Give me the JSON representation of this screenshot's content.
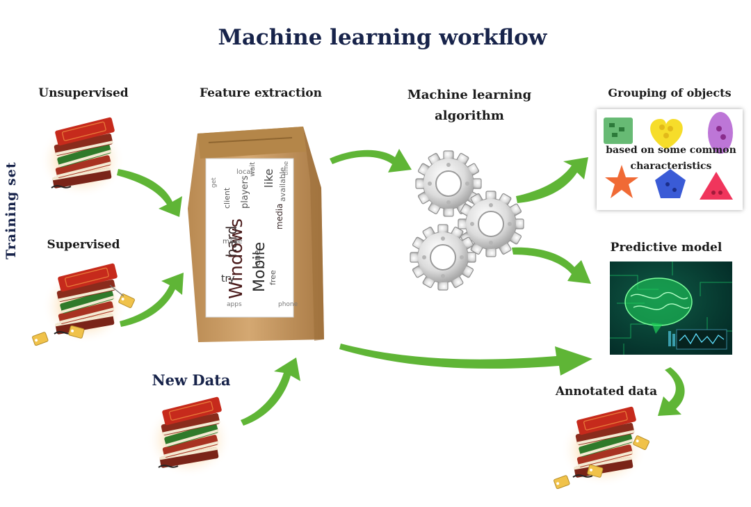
{
  "title": "Machine learning workflow",
  "labels": {
    "training_set": "Training set",
    "unsupervised": "Unsupervised",
    "supervised": "Supervised",
    "new_data": "New Data",
    "feature_extraction": "Feature extraction",
    "ml_algorithm_line1": "Machine learning",
    "ml_algorithm_line2": "algorithm",
    "grouping": "Grouping of objects",
    "grouping_caption_line1": "based on some common",
    "grouping_caption_line2": "characteristics",
    "predictive_model": "Predictive model",
    "annotated_data": "Annotated data"
  },
  "word_cloud": [
    "Windows",
    "Mobile",
    "hard",
    "try",
    "like",
    "players",
    "media",
    "one",
    "client",
    "available",
    "made",
    "free",
    "local",
    "wait",
    "get",
    "time",
    "apps",
    "phone"
  ],
  "icons": {
    "books": "stack-of-books-icon",
    "tagged_books": "tagged-books-icon",
    "bag": "paper-bag-icon",
    "gears": "gears-icon",
    "brain": "brain-circuit-icon",
    "shapes": "colored-shapes-icon"
  },
  "colors": {
    "arrow": "#5fb536",
    "arrow_dark": "#3f8f22",
    "title": "#17234a",
    "bag": "#c79a63",
    "gear": "#d9d9d9",
    "brain": "#3ee86a",
    "book_red": "#c62a1c",
    "book_green": "#2f7a2a",
    "tag": "#f0c24a"
  }
}
